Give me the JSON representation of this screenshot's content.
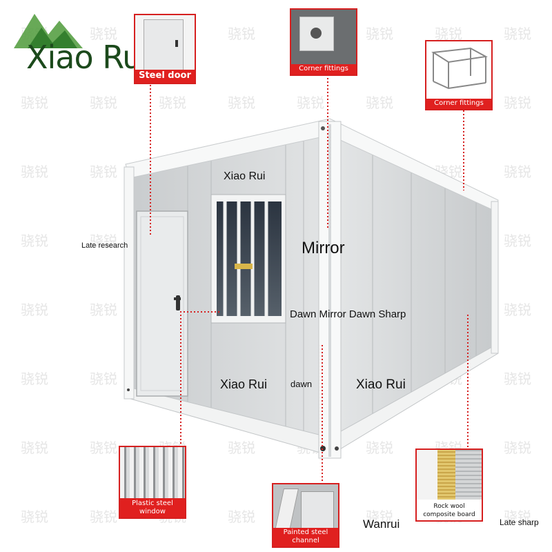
{
  "brand": {
    "logo_text": "Xiao Rui"
  },
  "watermark": {
    "text": "骁锐"
  },
  "callouts": {
    "steel_door": "Steel door",
    "corner_fittings_top": "Corner fittings",
    "corner_fittings_right": "Corner fittings",
    "plastic_steel_window": "Plastic steel window",
    "painted_steel_channel": "Painted steel channel",
    "rock_wool_board": "Rock wool composite board"
  },
  "labels": {
    "late_research": "Late research",
    "xiao_rui_top": "Xiao Rui",
    "mirror": "Mirror",
    "dawn_mirror_dawn_sharp": "Dawn Mirror Dawn Sharp",
    "xiao_rui_left": "Xiao Rui",
    "dawn": "dawn",
    "xiao_rui_right": "Xiao Rui",
    "wanrui": "Wanrui",
    "late_sharp": "Late sharp"
  },
  "colors": {
    "callout_red": "#e0201f",
    "logo_green": "#1c4a1c",
    "panel_grey": "#d9dcde",
    "frame_white": "#f7f8f8"
  }
}
